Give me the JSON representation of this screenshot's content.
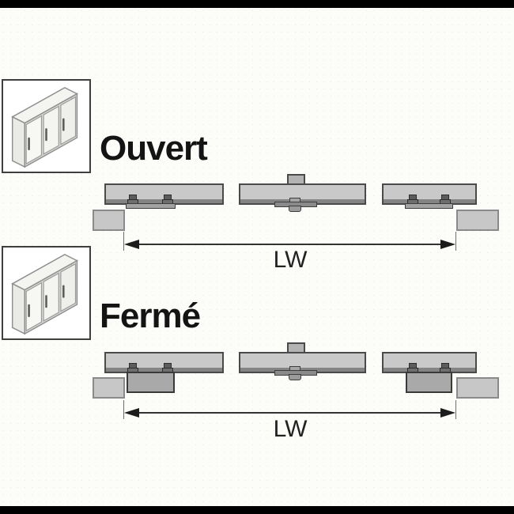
{
  "sections": [
    {
      "label": "Ouvert",
      "dimension_label": "LW",
      "icon": "cabinet-3-sliding-doors-icon",
      "state": "open"
    },
    {
      "label": "Fermé",
      "dimension_label": "LW",
      "icon": "cabinet-3-sliding-doors-icon",
      "state": "closed"
    }
  ],
  "colors": {
    "background": "#fcfcf9",
    "letterbox": "#000000",
    "panel_fill": "#c9c9c9",
    "panel_outline": "#4a4a4a",
    "panel_track_strip": "#848484",
    "wall_block_fill": "#c7c7c7",
    "wall_block_border": "#8a8a8a",
    "closed_door_fill": "#a9a9a9",
    "hardware_fill": "#6e6e6e",
    "dimension_line": "#333333",
    "text": "#141414"
  }
}
